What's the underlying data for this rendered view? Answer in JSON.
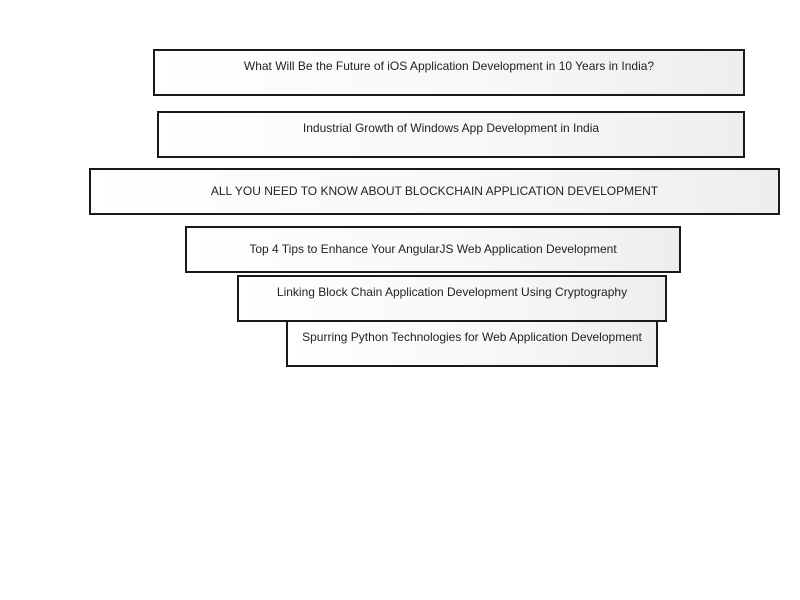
{
  "links": [
    {
      "label": "What Will Be the Future of iOS Application Development in 10 Years in India?"
    },
    {
      "label": "Industrial Growth of Windows App Development in India"
    },
    {
      "label": "ALL YOU NEED TO KNOW ABOUT BLOCKCHAIN APPLICATION DEVELOPMENT"
    },
    {
      "label": "Top 4 Tips to Enhance Your AngularJS Web Application Development"
    },
    {
      "label": "Linking Block Chain Application Development Using Cryptography"
    },
    {
      "label": "Spurring Python Technologies for Web Application Development"
    }
  ]
}
